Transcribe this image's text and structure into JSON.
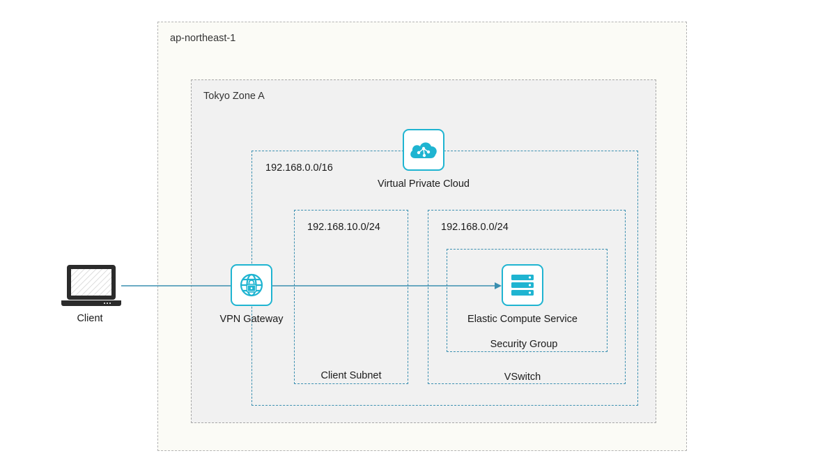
{
  "region": {
    "label": "ap-northeast-1"
  },
  "zone": {
    "label": "Tokyo Zone A"
  },
  "vpc": {
    "cidr": "192.168.0.0/16",
    "label": "Virtual Private Cloud",
    "icon": "cloud-icon"
  },
  "client_subnet": {
    "cidr": "192.168.10.0/24",
    "label": "Client Subnet"
  },
  "vswitch": {
    "cidr": "192.168.0.0/24",
    "label": "VSwitch"
  },
  "security_group": {
    "label": "Security Group"
  },
  "ecs": {
    "label": "Elastic Compute Service",
    "icon": "server-icon"
  },
  "vpn_gateway": {
    "label": "VPN Gateway",
    "icon": "globe-lock-icon"
  },
  "client": {
    "label": "Client",
    "icon": "laptop-icon"
  },
  "colors": {
    "accent": "#1fb4d1",
    "connector": "#3a8fb0"
  },
  "connections": [
    {
      "from": "Client",
      "to": "Elastic Compute Service",
      "via": "VPN Gateway"
    }
  ]
}
